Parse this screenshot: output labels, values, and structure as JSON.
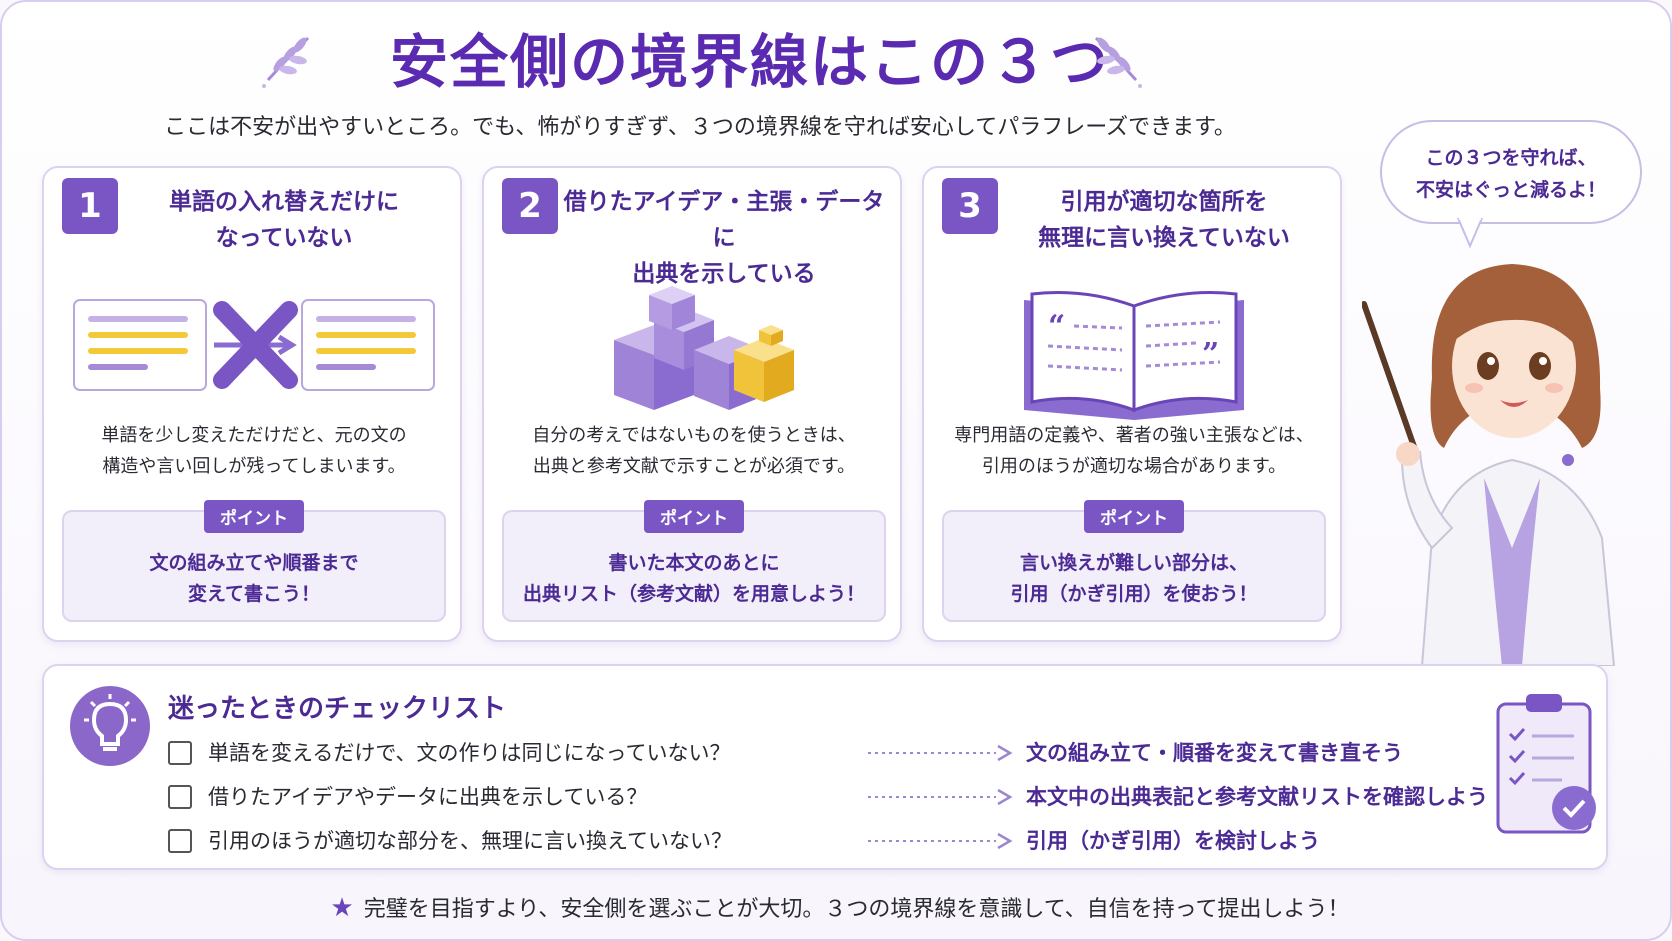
{
  "header": {
    "title": "安全側の境界線はこの３つ",
    "subtitle": "ここは不安が出やすいところ。でも、怖がりすぎず、３つの境界線を守れば安心してパラフレーズできます。"
  },
  "cards": [
    {
      "number": "1",
      "title_line1": "単語の入れ替えだけに",
      "title_line2": "なっていない",
      "desc_line1": "単語を少し変えただけだと、元の文の",
      "desc_line2": "構造や言い回しが残ってしまいます。",
      "point_label": "ポイント",
      "point_line1": "文の組み立てや順番まで",
      "point_line2": "変えて書こう！"
    },
    {
      "number": "2",
      "title_line1": "借りたアイデア・主張・データに",
      "title_line2": "出典を示している",
      "desc_line1": "自分の考えではないものを使うときは、",
      "desc_line2": "出典と参考文献で示すことが必須です。",
      "point_label": "ポイント",
      "point_line1": "書いた本文のあとに",
      "point_line2": "出典リスト（参考文献）を用意しよう！"
    },
    {
      "number": "3",
      "title_line1": "引用が適切な箇所を",
      "title_line2": "無理に言い換えていない",
      "desc_line1": "専門用語の定義や、著者の強い主張などは、",
      "desc_line2": "引用のほうが適切な場合があります。",
      "point_label": "ポイント",
      "point_line1": "言い換えが難しい部分は、",
      "point_line2": "引用（かぎ引用）を使おう！"
    }
  ],
  "bubble": {
    "line1": "この３つを守れば、",
    "line2": "不安はぐっと減るよ！"
  },
  "checklist": {
    "title": "迷ったときのチェックリスト",
    "items": [
      {
        "question": "単語を変えるだけで、文の作りは同じになっていない？",
        "action": "文の組み立て・順番を変えて書き直そう"
      },
      {
        "question": "借りたアイデアやデータに出典を示している？",
        "action": "本文中の出典表記と参考文献リストを確認しよう"
      },
      {
        "question": "引用のほうが適切な部分を、無理に言い換えていない？",
        "action": "引用（かぎ引用）を検討しよう"
      }
    ]
  },
  "footer": {
    "text": "完璧を目指すより、安全側を選ぶことが大切。３つの境界線を意識して、自信を持って提出しよう！"
  },
  "colors": {
    "accent": "#7a55c4",
    "title": "#5a2ab0",
    "highlight": "#f3c93a"
  }
}
